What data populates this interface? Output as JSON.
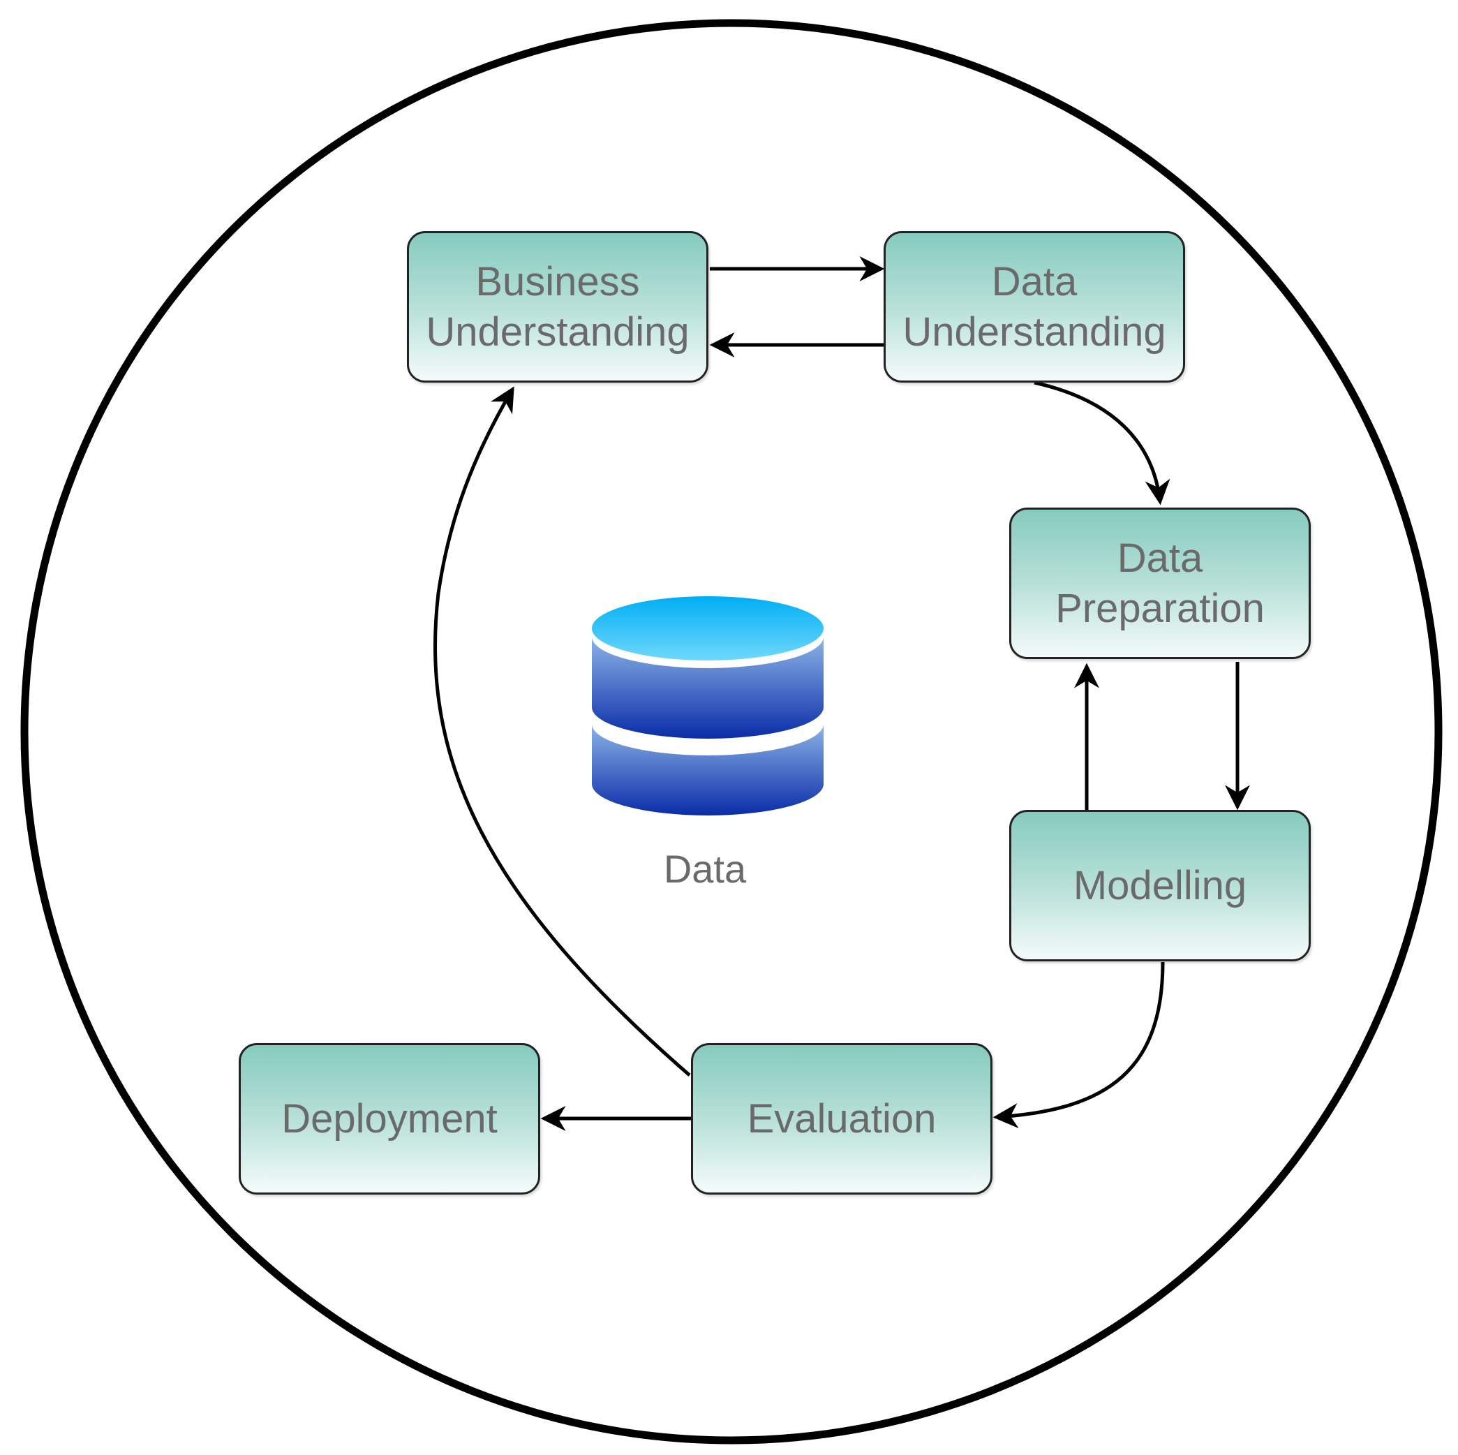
{
  "nodes": {
    "business_understanding": {
      "line1": "Business",
      "line2": "Understanding"
    },
    "data_understanding": {
      "line1": "Data",
      "line2": "Understanding"
    },
    "data_preparation": {
      "line1": "Data",
      "line2": "Preparation"
    },
    "modelling": {
      "label": "Modelling"
    },
    "evaluation": {
      "label": "Evaluation"
    },
    "deployment": {
      "label": "Deployment"
    }
  },
  "database": {
    "label": "Data"
  },
  "colors": {
    "box_top": "#86cbbf",
    "box_bottom": "#f4fbfa",
    "text": "#6a6a6a",
    "outline": "#000000",
    "db_top": "#00b4f8",
    "db_body_dark": "#0a2ca8"
  },
  "icons": [
    "database-icon"
  ]
}
